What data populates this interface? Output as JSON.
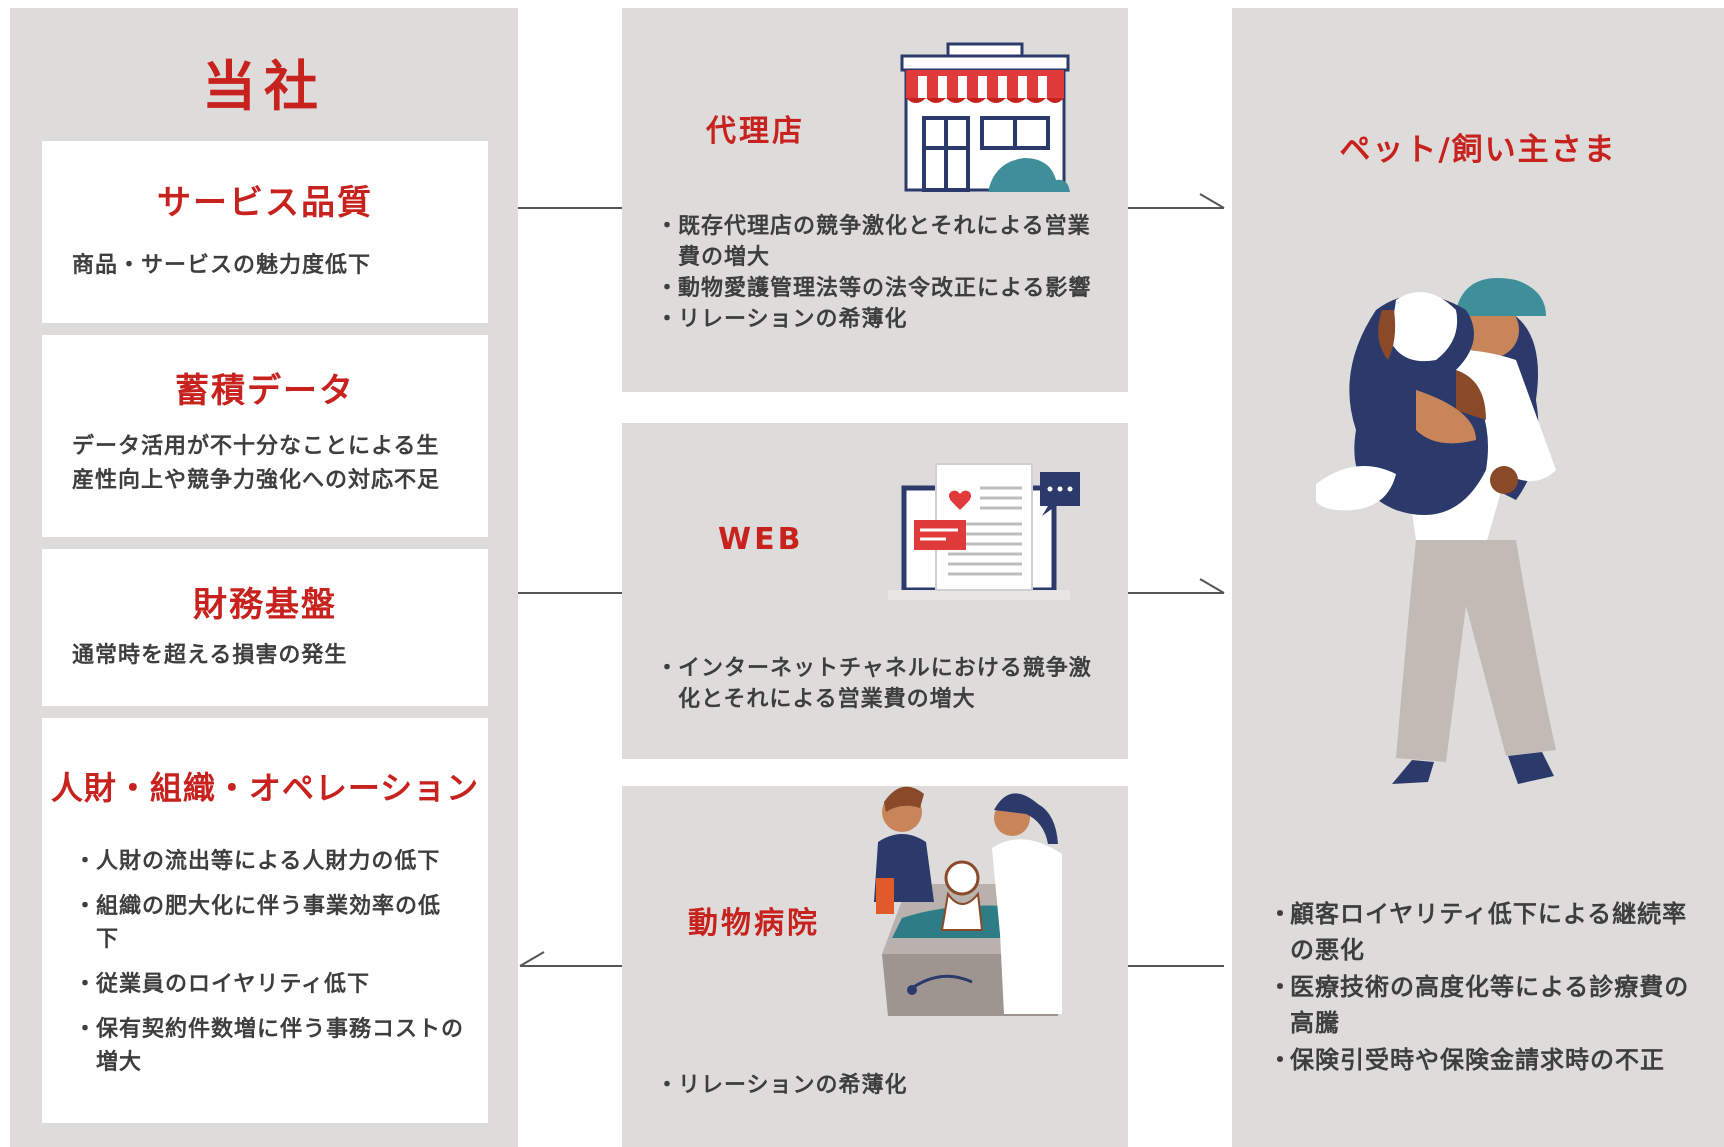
{
  "company": {
    "title": "当社",
    "cards": [
      {
        "title": "サービス品質",
        "lines": [
          "商品・サービスの魅力度低下"
        ]
      },
      {
        "title": "蓄積データ",
        "lines": [
          "データ活用が不十分なことによる生",
          "産性向上や競争力強化への対応不足"
        ]
      },
      {
        "title": "財務基盤",
        "lines": [
          "通常時を超える損害の発生"
        ]
      },
      {
        "title": "人財・組織・オペレーション",
        "bullets": [
          "人財の流出等による人財力の低下",
          "組織の肥大化に伴う事業効率の低下",
          "従業員のロイヤリティ低下",
          "保有契約件数増に伴う事務コストの増大"
        ]
      }
    ]
  },
  "channels": [
    {
      "title": "代理店",
      "bullets": [
        "既存代理店の競争激化とそれによる営業費の増大",
        "動物愛護管理法等の法令改正による影響",
        "リレーションの希薄化"
      ],
      "icon": "shop-icon"
    },
    {
      "title": "WEB",
      "bullets": [
        "インターネットチャネルにおける競争激化とそれによる営業費の増大"
      ],
      "icon": "laptop-icon"
    },
    {
      "title": "動物病院",
      "bullets": [
        "リレーションの希薄化"
      ],
      "icon": "vet-icon"
    }
  ],
  "customer": {
    "title": "ペット/飼い主さま",
    "bullets": [
      "顧客ロイヤリティ低下による継続率の悪化",
      "医療技術の高度化等による診療費の高騰",
      "保険引受時や保険金請求時の不正"
    ],
    "icon": "owner-with-dog-icon"
  },
  "colors": {
    "accent": "#c8221e",
    "panel": "#dedcdb",
    "navy": "#2b3a6b",
    "teal": "#3f8f9a"
  }
}
